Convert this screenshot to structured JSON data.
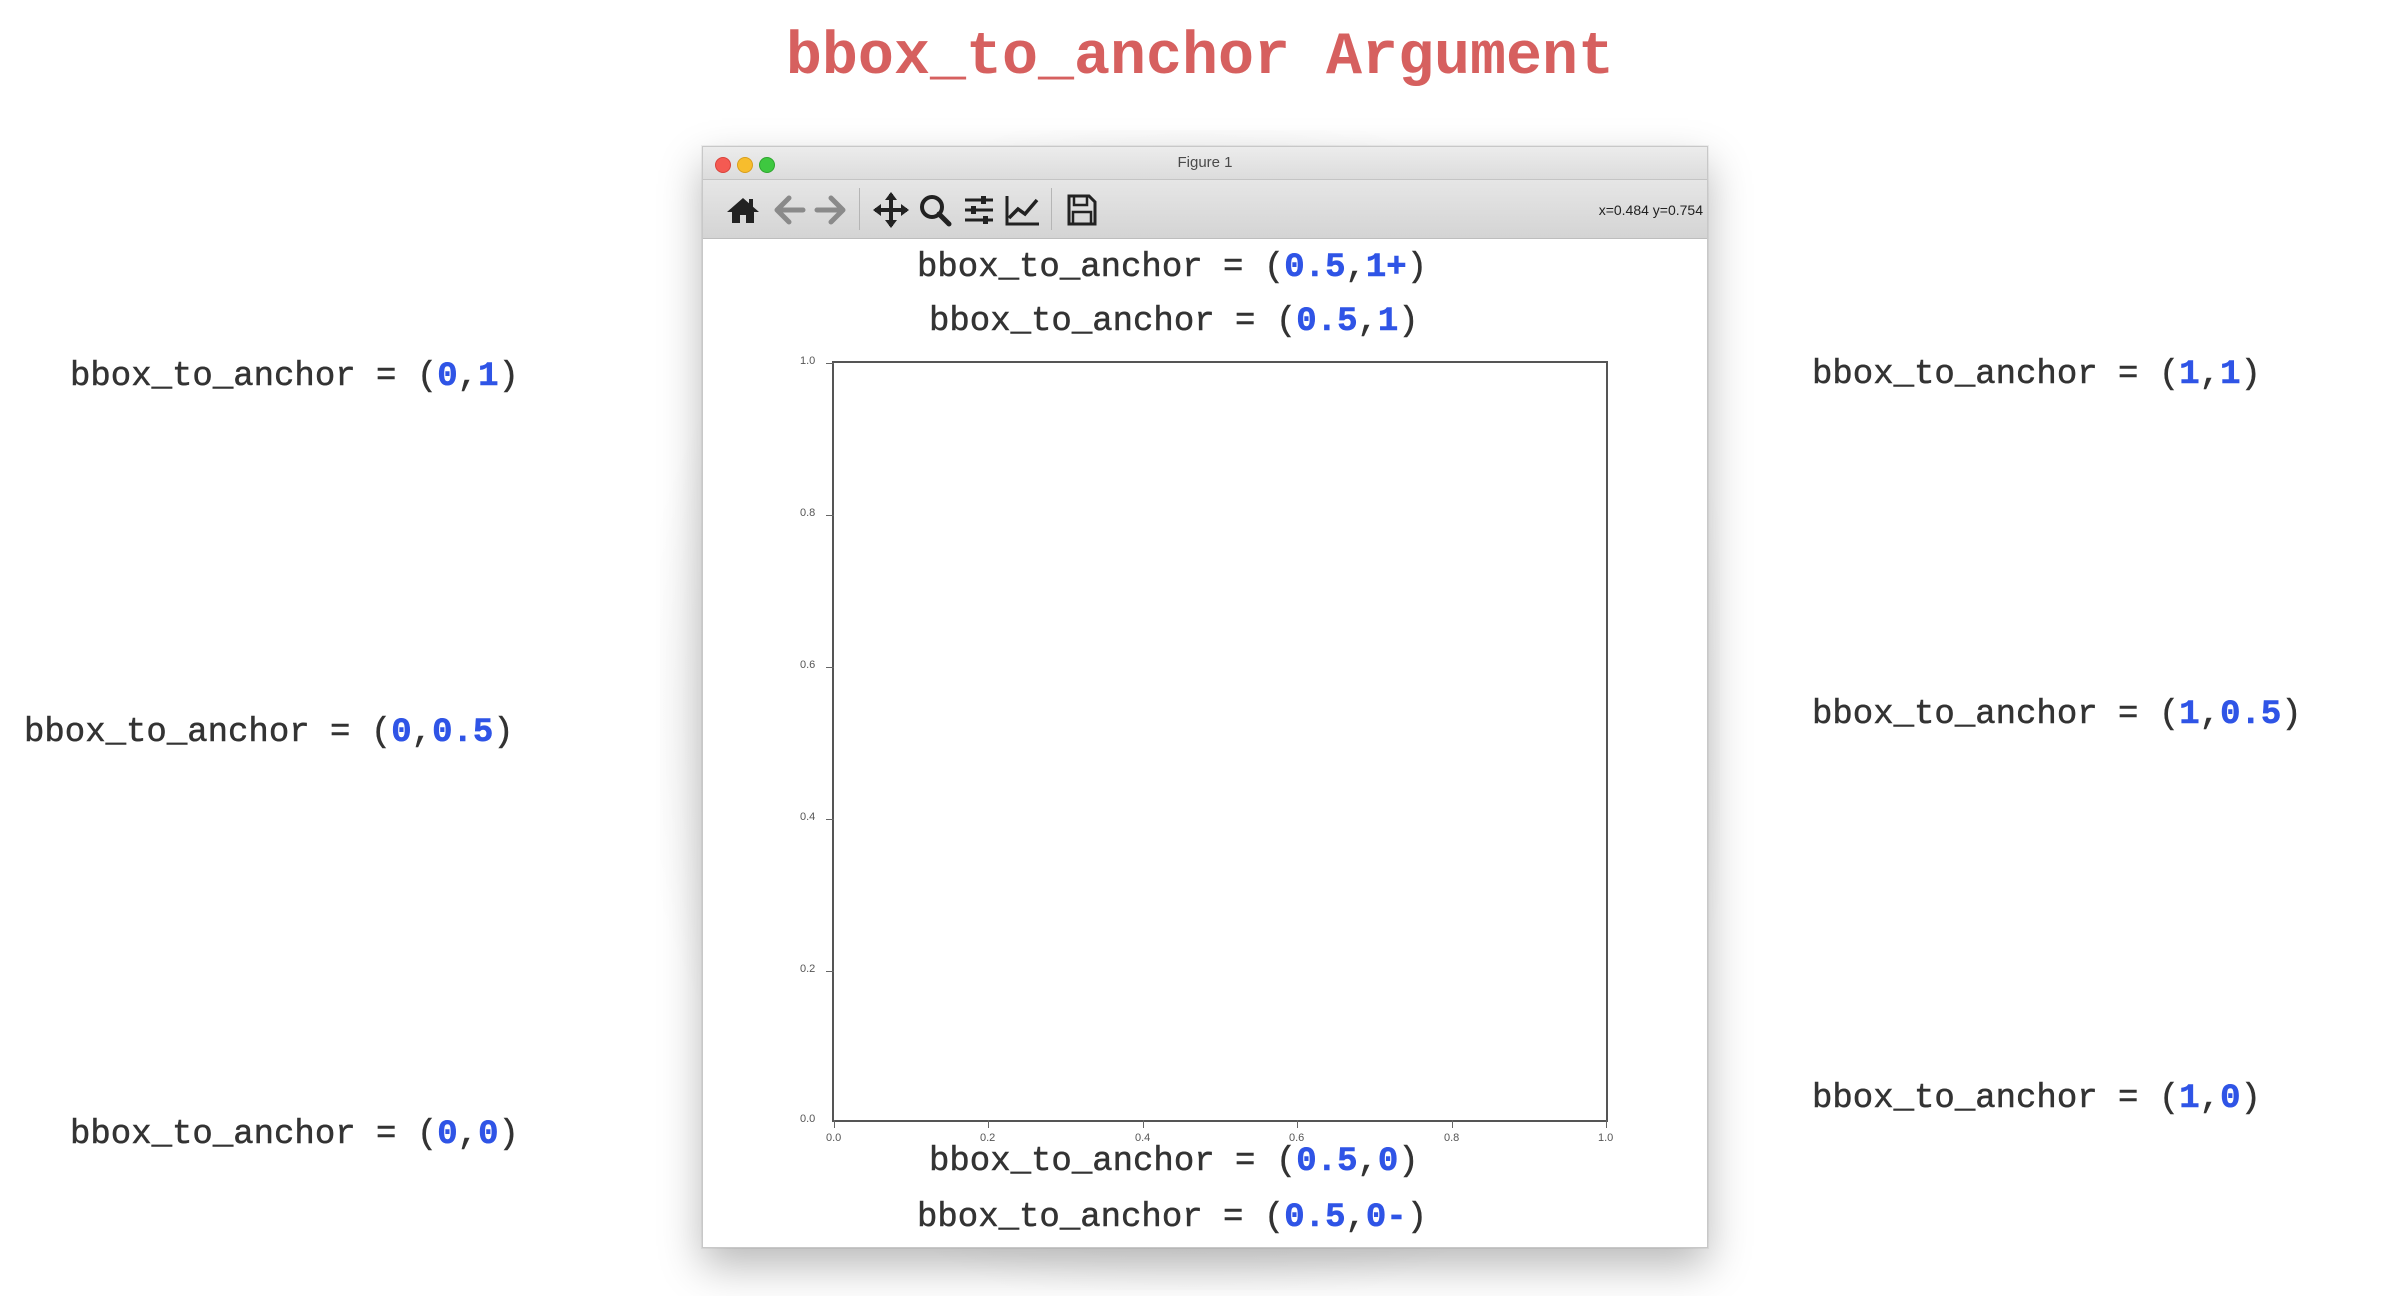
{
  "title": "bbox_to_anchor Argument",
  "window": {
    "title": "Figure 1",
    "coords": "x=0.484 y=0.754"
  },
  "toolbar": {
    "buttons": [
      "home-icon",
      "back-arrow-icon",
      "forward-arrow-icon",
      "pan-move-icon",
      "zoom-magnifier-icon",
      "subplots-sliders-icon",
      "edit-axis-chart-icon",
      "save-floppy-icon"
    ]
  },
  "axes": {
    "yticks": [
      "1.0",
      "0.8",
      "0.6",
      "0.4",
      "0.2",
      "0.0"
    ],
    "xticks": [
      "0.0",
      "0.2",
      "0.4",
      "0.6",
      "0.8",
      "1.0"
    ]
  },
  "labels": {
    "prefix": "bbox_to_anchor = ",
    "top_outside": {
      "a": "0.5",
      "b": "1+"
    },
    "top": {
      "a": "0.5",
      "b": "1"
    },
    "bottom": {
      "a": "0.5",
      "b": "0"
    },
    "bottom_outside": {
      "a": "0.5",
      "b": "0-"
    },
    "left_top": {
      "a": "0",
      "b": "1"
    },
    "left_mid": {
      "a": "0",
      "b": "0.5"
    },
    "left_bottom": {
      "a": "0",
      "b": "0"
    },
    "right_top": {
      "a": "1",
      "b": "1"
    },
    "right_mid": {
      "a": "1",
      "b": "0.5"
    },
    "right_bottom": {
      "a": "1",
      "b": "0"
    }
  },
  "colors": {
    "title": "#d6605f",
    "value": "#2f54e6",
    "text": "#333333"
  }
}
